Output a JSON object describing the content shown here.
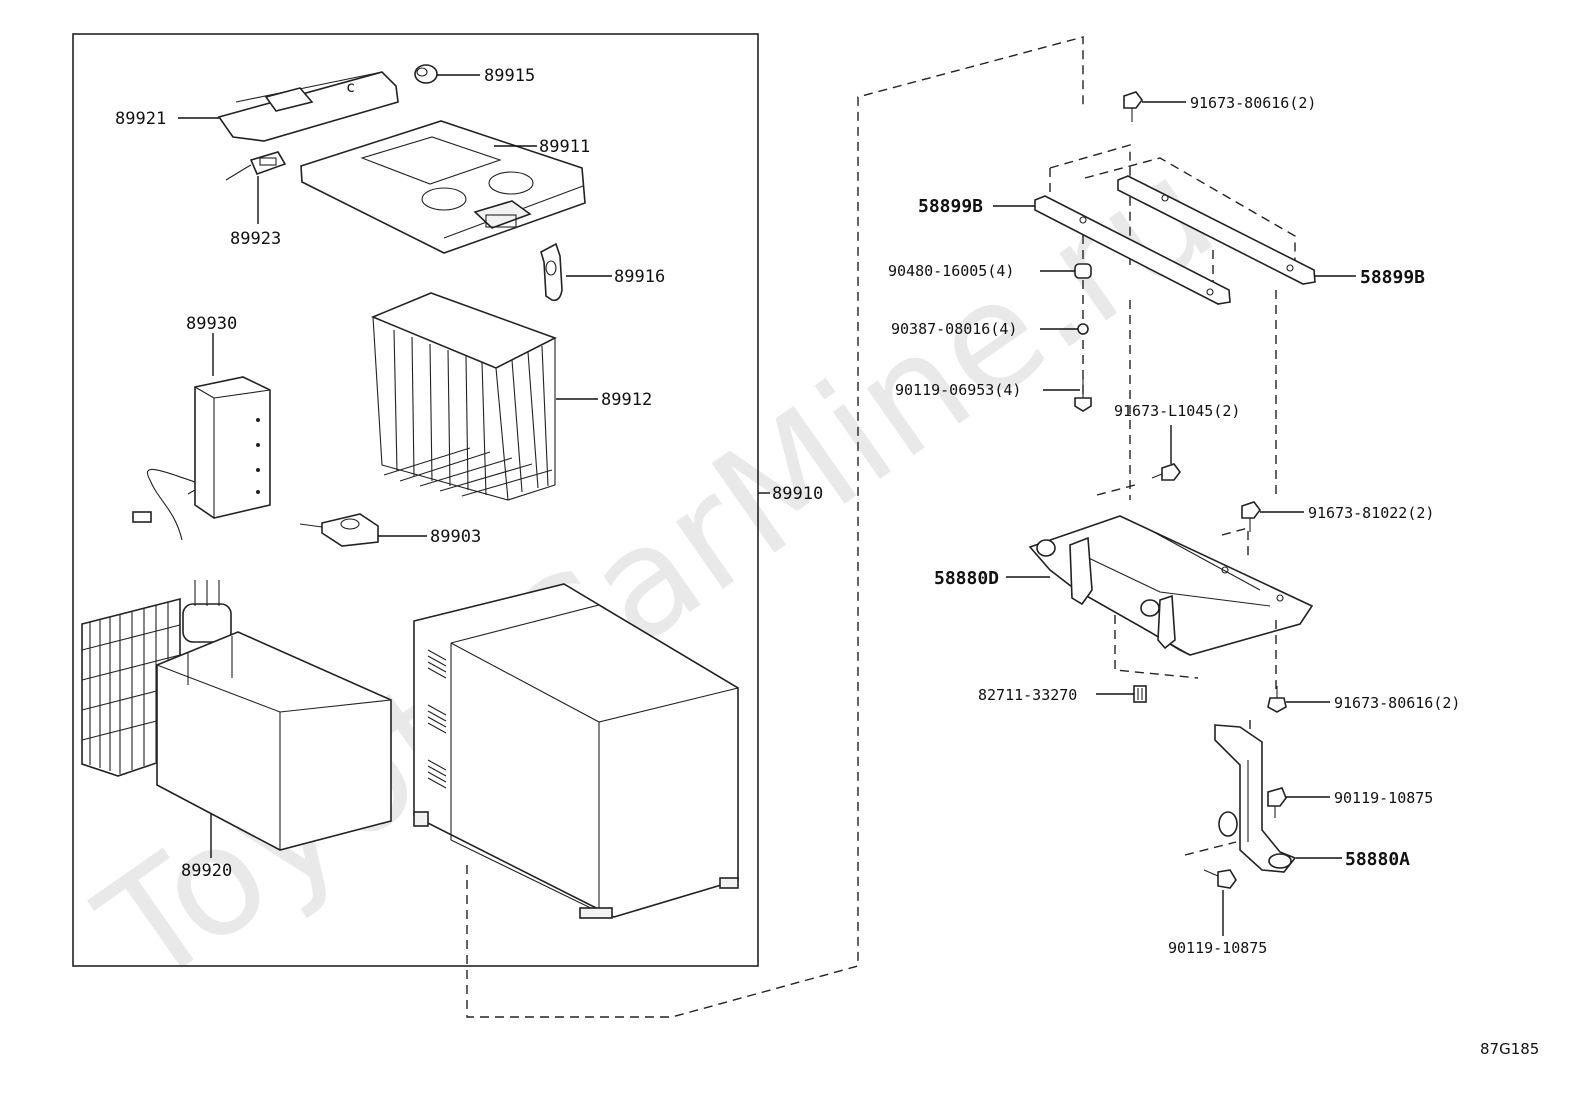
{
  "watermark": "ToyotaCarMine.ru",
  "figure_code": "87G185",
  "group_label": "89910",
  "labels": {
    "p89921": "89921",
    "p89915": "89915",
    "p89911": "89911",
    "p89923": "89923",
    "p89916": "89916",
    "p89930": "89930",
    "p89912": "89912",
    "p89903": "89903",
    "p89920": "89920",
    "p91673_80616_top": "91673-80616(2)",
    "p58899B_left": "58899B",
    "p58899B_right": "58899B",
    "p90480": "90480-16005(4)",
    "p90387": "90387-08016(4)",
    "p90119_06953": "90119-06953(4)",
    "p91673_L1045": "91673-L1045(2)",
    "p91673_81022": "91673-81022(2)",
    "p58880D": "58880D",
    "p82711": "82711-33270",
    "p91673_80616_bot": "91673-80616(2)",
    "p90119_10875_r": "90119-10875",
    "p58880A": "58880A",
    "p90119_10875_b": "90119-10875"
  }
}
